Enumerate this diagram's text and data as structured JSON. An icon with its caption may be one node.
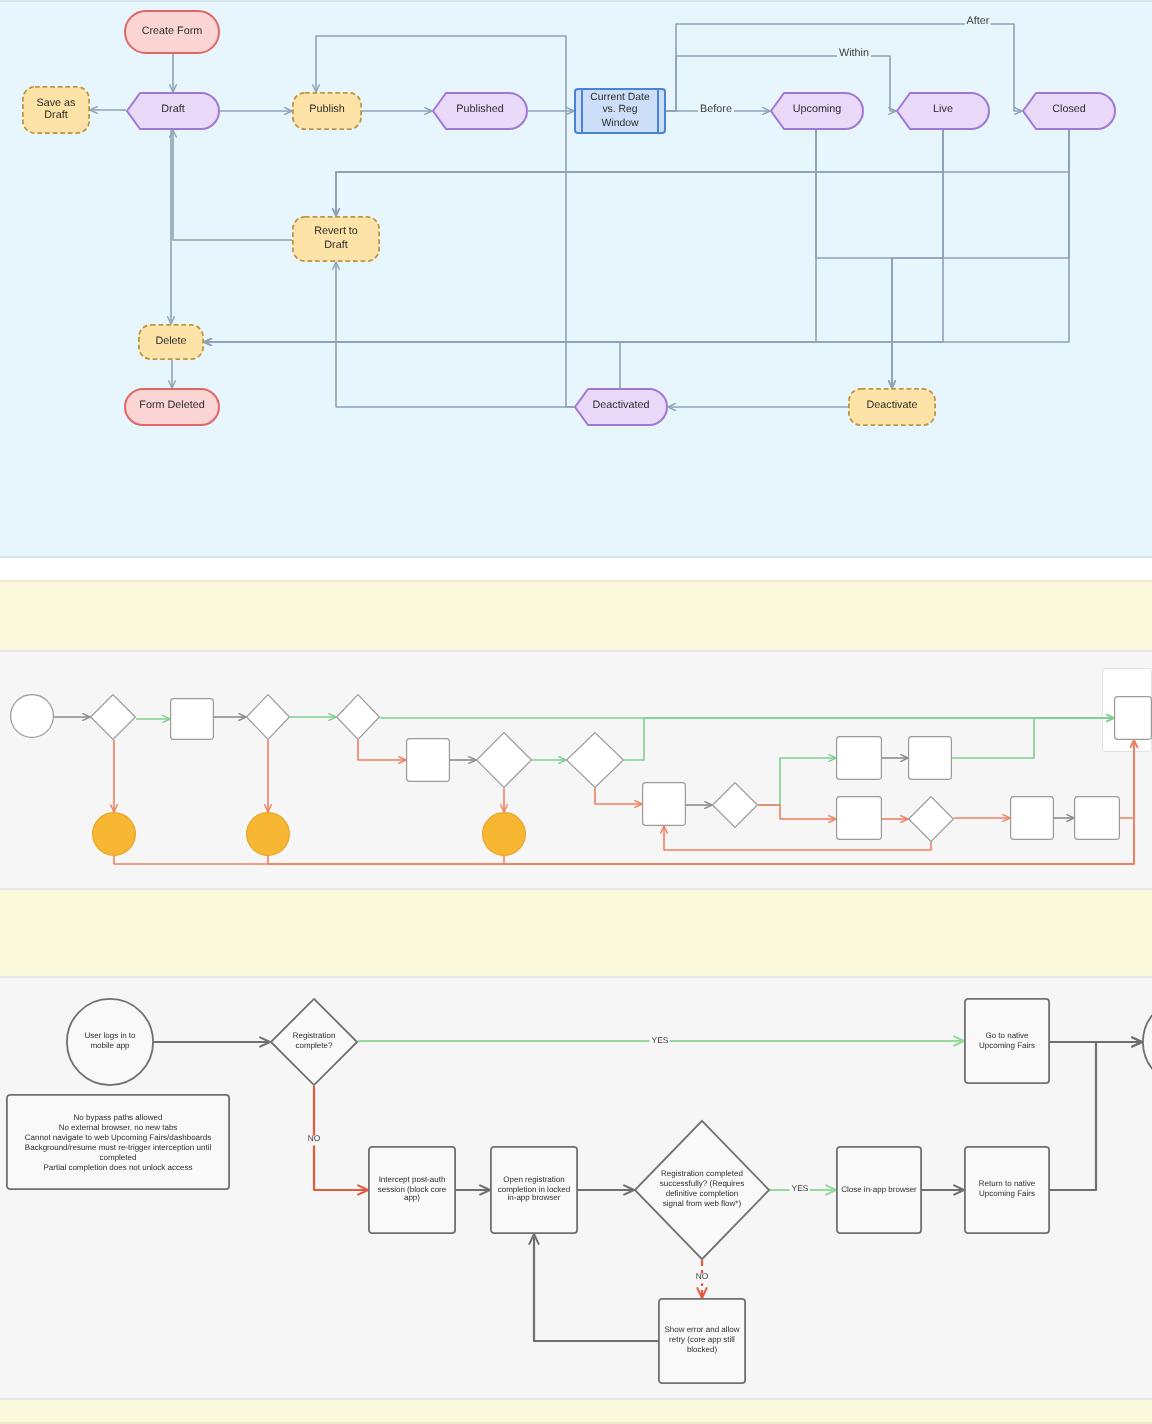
{
  "diagram": {
    "nodes": [
      {
        "text": [
          "Create Form"
        ]
      },
      {
        "text": [
          "Draft"
        ]
      },
      {
        "text": [
          "Save as Draft"
        ]
      },
      {
        "text": [
          "Publish"
        ]
      },
      {
        "text": [
          "Published"
        ]
      },
      {
        "text": [
          "Current Date vs. Reg Window"
        ]
      },
      {
        "text": [
          "Upcoming"
        ]
      },
      {
        "text": [
          "Live"
        ]
      },
      {
        "text": [
          "Closed"
        ]
      },
      {
        "text": [
          "Revert to Draft"
        ]
      },
      {
        "text": [
          "Delete"
        ]
      },
      {
        "text": [
          "Form Deleted"
        ]
      },
      {
        "text": [
          "Deactivated"
        ]
      },
      {
        "text": [
          "Deactivate"
        ]
      },
      {
        "text": [],
        "shape": "circle"
      },
      {
        "text": [],
        "shape": "diamond"
      },
      {
        "text": [],
        "shape": "box"
      },
      {
        "text": [],
        "shape": "diamond"
      },
      {
        "text": [],
        "shape": "diamond"
      },
      {
        "text": [],
        "shape": "box"
      },
      {
        "text": [],
        "shape": "diamond"
      },
      {
        "text": [],
        "shape": "diamond"
      },
      {
        "text": [],
        "shape": "box"
      },
      {
        "text": [],
        "shape": "diamond"
      },
      {
        "text": [],
        "shape": "box"
      },
      {
        "text": [],
        "shape": "box"
      },
      {
        "text": [],
        "shape": "box"
      },
      {
        "text": [],
        "shape": "diamond"
      },
      {
        "text": [],
        "shape": "box"
      },
      {
        "text": [],
        "shape": "box"
      },
      {
        "text": [],
        "shape": "box"
      },
      {
        "text": [],
        "shape": "box",
        "in": 30
      },
      {
        "text": [],
        "shape": "circle"
      },
      {
        "text": [],
        "shape": "circle"
      },
      {
        "text": [],
        "shape": "circle"
      },
      {
        "text": [
          "User logs in to mobile app"
        ]
      },
      {
        "text": [
          "Registration complete?"
        ]
      },
      {
        "text": [
          "Go to native Upcoming Fairs"
        ]
      },
      {
        "text": [],
        "shape": "circle"
      },
      {
        "text": [
          "No bypass paths allowed",
          "No external browser, no new tabs",
          "Cannot navigate to web Upcoming Fairs/dashboards",
          "Background/resume must re-trigger interception until completed",
          "Partial completion does not unlock access"
        ]
      },
      {
        "text": [
          "Intercept post-auth session (block core app)"
        ]
      },
      {
        "text": [
          "Open registration completion in locked in-app browser"
        ]
      },
      {
        "text": [
          "Registration completed successfully? (Requires definitive completion signal from web flow*)"
        ]
      },
      {
        "text": [
          "Close in-app browser"
        ]
      },
      {
        "text": [
          "Return to native Upcoming Fairs"
        ]
      },
      {
        "text": [
          "Show error and allow retry (core app still blocked)"
        ]
      }
    ],
    "edges": [
      {
        "from": 0,
        "to": 1,
        "arrow": "to"
      },
      {
        "from": 1,
        "to": 2,
        "arrow": "to"
      },
      {
        "from": 1,
        "to": 3,
        "arrow": "to"
      },
      {
        "from": 3,
        "to": 4,
        "arrow": "to"
      },
      {
        "from": 4,
        "to": 5,
        "arrow": "to"
      },
      {
        "from": 5,
        "to": 6,
        "arrow": "to",
        "label": "Before"
      },
      {
        "from": 5,
        "to": 7,
        "arrow": "to",
        "label": "Within"
      },
      {
        "from": 5,
        "to": 8,
        "arrow": "to",
        "label": "After"
      },
      {
        "from": 6,
        "to": 9,
        "arrow": "to"
      },
      {
        "from": 7,
        "to": 9,
        "arrow": "to"
      },
      {
        "from": 8,
        "to": 9,
        "arrow": "to"
      },
      {
        "from": 6,
        "to": 13,
        "arrow": "to"
      },
      {
        "from": 7,
        "to": 13,
        "arrow": "to"
      },
      {
        "from": 8,
        "to": 13,
        "arrow": "to"
      },
      {
        "from": 6,
        "to": 10,
        "arrow": "to"
      },
      {
        "from": 7,
        "to": 10,
        "arrow": "to"
      },
      {
        "from": 8,
        "to": 10,
        "arrow": "to"
      },
      {
        "from": 9,
        "to": 1,
        "arrow": "to"
      },
      {
        "from": 1,
        "to": 10,
        "arrow": "to"
      },
      {
        "from": 10,
        "to": 11,
        "arrow": "to"
      },
      {
        "from": 13,
        "to": 12,
        "arrow": "to"
      },
      {
        "from": 12,
        "to": 3,
        "arrow": "to"
      },
      {
        "from": 12,
        "to": 9,
        "arrow": "to"
      },
      {
        "from": 12,
        "to": 10,
        "arrow": "to"
      },
      {
        "from": 14,
        "to": 15,
        "arrow": "to",
        "color": "#8c8c8c"
      },
      {
        "from": 15,
        "to": 16,
        "arrow": "to",
        "color": "#80d090"
      },
      {
        "from": 15,
        "to": 32,
        "arrow": "to",
        "color": "#f08060"
      },
      {
        "from": 16,
        "to": 17,
        "arrow": "to",
        "color": "#8c8c8c"
      },
      {
        "from": 17,
        "to": 18,
        "arrow": "to",
        "color": "#80d090"
      },
      {
        "from": 17,
        "to": 33,
        "arrow": "to",
        "color": "#f08060"
      },
      {
        "from": 18,
        "to": 31,
        "arrow": "to",
        "color": "#80d090"
      },
      {
        "from": 18,
        "to": 19,
        "arrow": "to",
        "color": "#f08060"
      },
      {
        "from": 19,
        "to": 20,
        "arrow": "to",
        "color": "#8c8c8c"
      },
      {
        "from": 20,
        "to": 21,
        "arrow": "to",
        "color": "#80d090"
      },
      {
        "from": 20,
        "to": 34,
        "arrow": "to",
        "color": "#f08060"
      },
      {
        "from": 21,
        "to": 31,
        "arrow": "to",
        "color": "#80d090"
      },
      {
        "from": 21,
        "to": 22,
        "arrow": "to",
        "color": "#f08060"
      },
      {
        "from": 22,
        "to": 23,
        "arrow": "to",
        "color": "#8c8c8c"
      },
      {
        "from": 23,
        "to": 24,
        "arrow": "to",
        "color": "#80d090"
      },
      {
        "from": 23,
        "to": 26,
        "arrow": "to",
        "color": "#f08060"
      },
      {
        "from": 24,
        "to": 25,
        "arrow": "to",
        "color": "#8c8c8c"
      },
      {
        "from": 25,
        "to": 31,
        "arrow": "to",
        "color": "#80d090"
      },
      {
        "from": 26,
        "to": 27,
        "arrow": "to",
        "color": "#f08060"
      },
      {
        "from": 27,
        "to": 28,
        "arrow": "to",
        "color": "#f08060"
      },
      {
        "from": 27,
        "to": 22,
        "arrow": "to",
        "color": "#f08060"
      },
      {
        "from": 28,
        "to": 29,
        "arrow": "to",
        "color": "#8c8c8c"
      },
      {
        "from": 29,
        "to": 31,
        "arrow": "to",
        "color": "#f08060"
      },
      {
        "from": 32,
        "to": 31,
        "arrow": "to",
        "color": "#f08060"
      },
      {
        "from": 33,
        "to": 31,
        "arrow": "to",
        "color": "#f08060"
      },
      {
        "from": 34,
        "to": 31,
        "arrow": "to",
        "color": "#f08060"
      },
      {
        "from": 35,
        "to": 36,
        "arrow": "to",
        "color": "#6f6f6f"
      },
      {
        "from": 36,
        "to": 37,
        "arrow": "to",
        "label": "YES",
        "color": "#95d99e"
      },
      {
        "from": 36,
        "to": 40,
        "arrow": "to",
        "label": "NO",
        "color": "#e4583c"
      },
      {
        "from": 40,
        "to": 41,
        "arrow": "to",
        "color": "#6f6f6f"
      },
      {
        "from": 41,
        "to": 42,
        "arrow": "to",
        "color": "#6f6f6f"
      },
      {
        "from": 42,
        "to": 43,
        "arrow": "to",
        "label": "YES",
        "color": "#95d99e"
      },
      {
        "from": 43,
        "to": 44,
        "arrow": "to",
        "color": "#6f6f6f"
      },
      {
        "from": 42,
        "to": 45,
        "arrow": "to",
        "label": "NO",
        "style": "dashed",
        "color": "#e4583c"
      },
      {
        "from": 45,
        "to": 41,
        "arrow": "to",
        "color": "#6f6f6f"
      },
      {
        "from": 37,
        "to": 38,
        "arrow": "to",
        "color": "#6f6f6f"
      },
      {
        "from": 44,
        "to": 38,
        "arrow": "to",
        "color": "#6f6f6f"
      }
    ]
  }
}
